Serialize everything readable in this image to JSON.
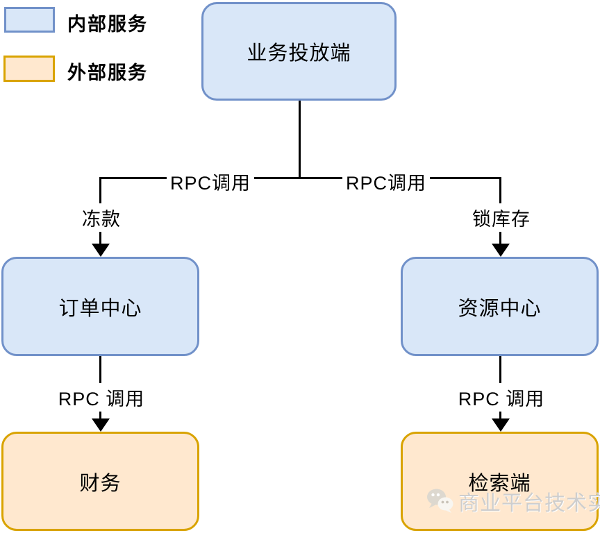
{
  "legend": {
    "internal_label": "内部服务",
    "external_label": "外部服务"
  },
  "nodes": {
    "business": {
      "label": "业务投放端",
      "type": "internal"
    },
    "order": {
      "label": "订单中心",
      "type": "internal"
    },
    "resource": {
      "label": "资源中心",
      "type": "internal"
    },
    "finance": {
      "label": "财务",
      "type": "external"
    },
    "retrieval": {
      "label": "检索端",
      "type": "external"
    }
  },
  "edges": {
    "rpc_top_left": "RPC调用",
    "rpc_top_right": "RPC调用",
    "freeze_funds": "冻款",
    "lock_inventory": "锁库存",
    "rpc_bottom_left": "RPC 调用",
    "rpc_bottom_right": "RPC 调用"
  },
  "watermark": {
    "icon": "wechat-icon",
    "text": "商业平台技术实践"
  },
  "colors": {
    "internal_fill": "#d9e7f8",
    "internal_border": "#7191c9",
    "external_fill": "#ffe8cf",
    "external_border": "#d9a300",
    "line_color": "#000000",
    "watermark_color": "#cecece"
  }
}
